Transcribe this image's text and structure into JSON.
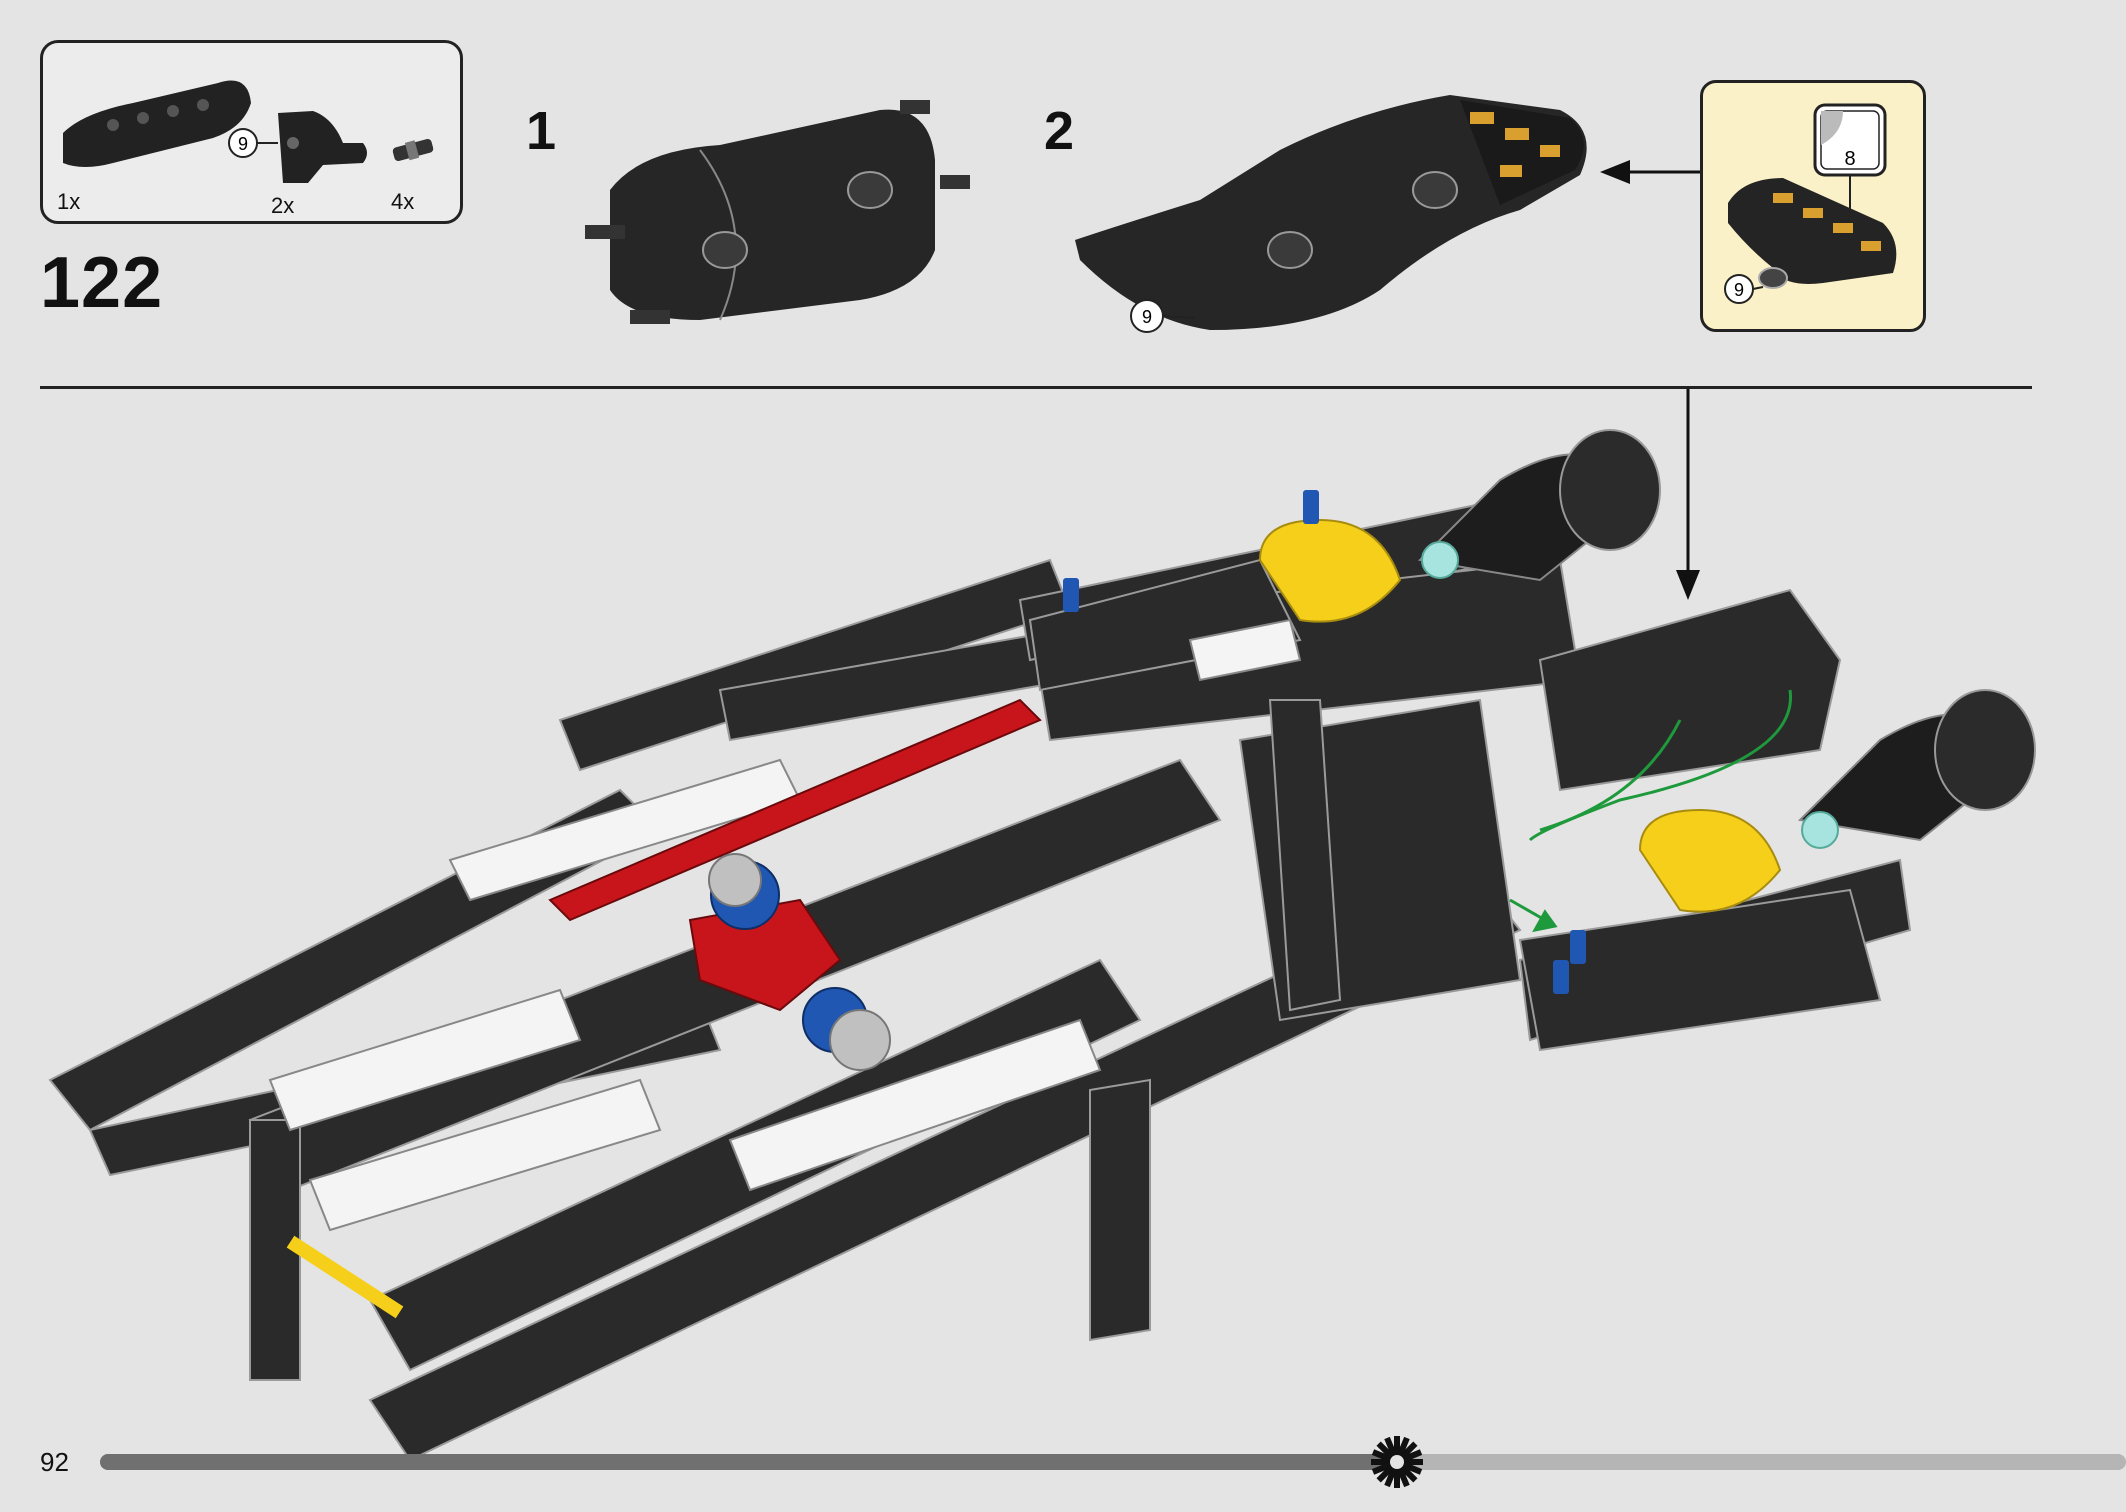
{
  "page": {
    "step_number": "122",
    "page_number": "92",
    "progress_fraction": 0.64
  },
  "parts_list": {
    "items": [
      {
        "qty": "1x",
        "icon": "black-curved-panel-icon"
      },
      {
        "qty": "2x",
        "icon": "black-angled-connector-icon",
        "ref": "9"
      },
      {
        "qty": "4x",
        "icon": "axle-pin-icon"
      }
    ]
  },
  "substeps": [
    {
      "label": "1"
    },
    {
      "label": "2",
      "ref": "9"
    }
  ],
  "callout": {
    "sticker_number": "8",
    "ref": "9"
  },
  "colors": {
    "background": "#e4e4e4",
    "callout_bg": "#fbf1c8",
    "frame": "#2a2a2a",
    "accent_red": "#c8151b",
    "accent_yellow": "#f5cf1a",
    "accent_blue": "#1f57b3",
    "guide_green": "#1e9a3c"
  }
}
